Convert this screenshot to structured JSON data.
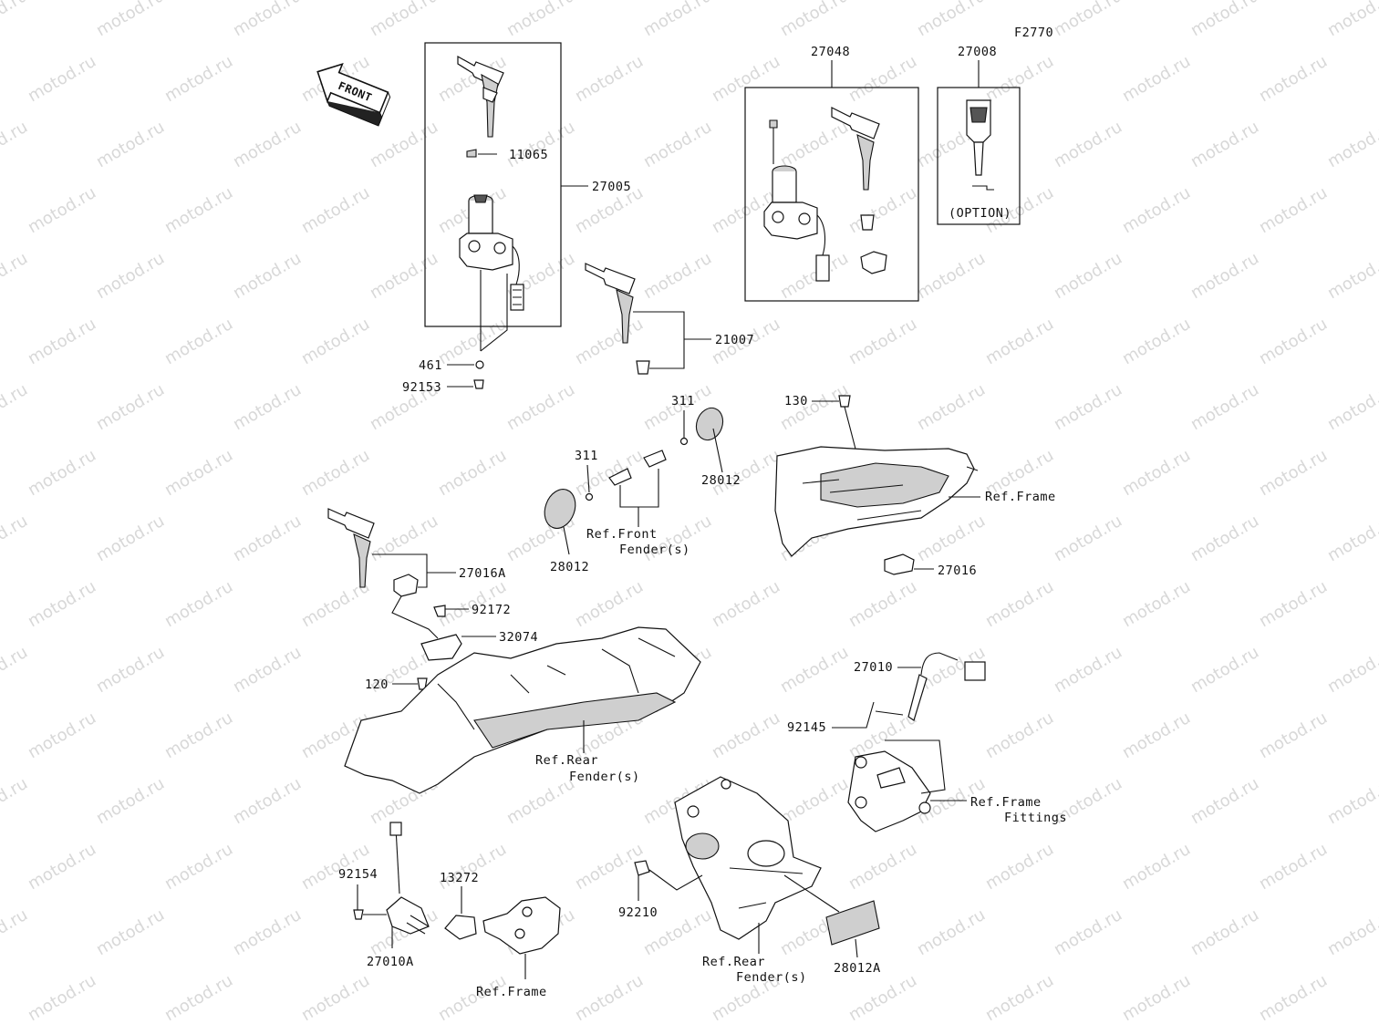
{
  "diagram_id": "F2770",
  "front_label": "FRONT",
  "watermark": "motod.ru",
  "parts": {
    "p27005": "27005",
    "p11065": "11065",
    "p461": "461",
    "p92153": "92153",
    "p21007": "21007",
    "p27048": "27048",
    "p27008": "27008",
    "option": "(OPTION)",
    "p311a": "311",
    "p311b": "311",
    "p28012a": "28012",
    "p28012b": "28012",
    "ref_front_fender_1": "Ref.Front",
    "ref_front_fender_2": "Fender(s)",
    "p130": "130",
    "ref_frame_1": "Ref.Frame",
    "p27016": "27016",
    "p27016A": "27016A",
    "p92172": "92172",
    "p32074": "32074",
    "p120": "120",
    "ref_rear_fender_1a": "Ref.Rear",
    "ref_rear_fender_1b": "Fender(s)",
    "p27010": "27010",
    "p92145": "92145",
    "ref_frame_fittings_1": "Ref.Frame",
    "ref_frame_fittings_2": "Fittings",
    "p92154": "92154",
    "p13272": "13272",
    "p27010A": "27010A",
    "ref_frame_2": "Ref.Frame",
    "p92210": "92210",
    "ref_rear_fender_2a": "Ref.Rear",
    "ref_rear_fender_2b": "Fender(s)",
    "p28012A": "28012A"
  }
}
